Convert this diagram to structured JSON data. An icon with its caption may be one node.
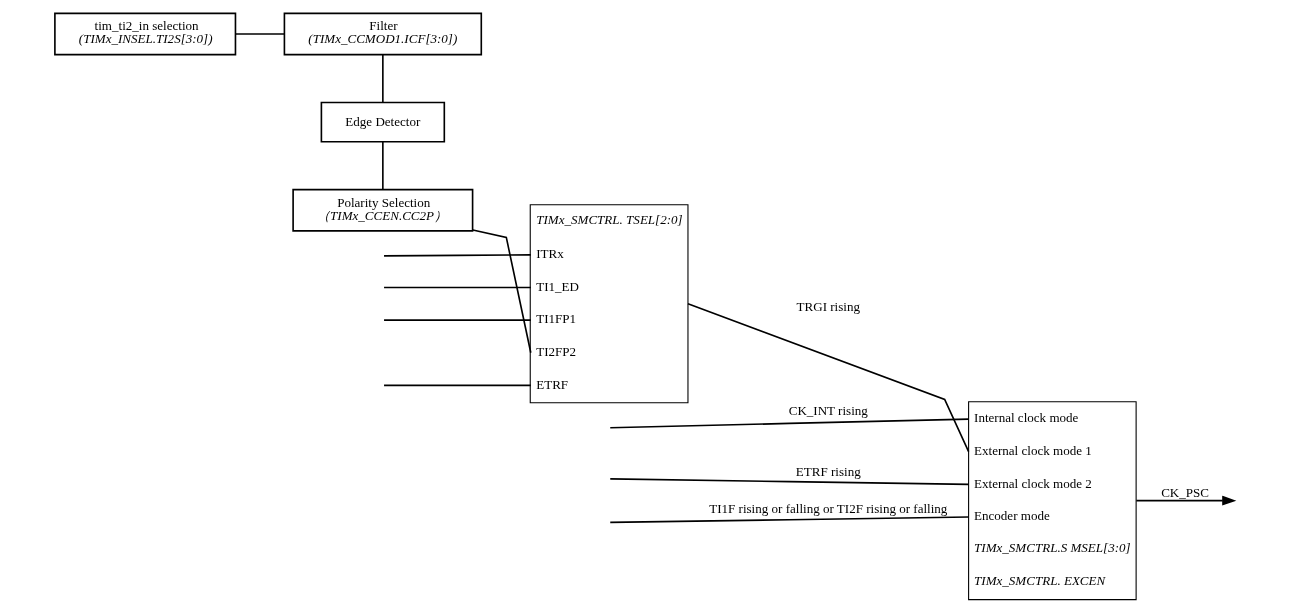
{
  "diagram": {
    "nodes": [
      {
        "text": [
          "tim_ti2_in selection",
          "(TIMx_INSEL.TI2S[3:0])"
        ]
      },
      {
        "text": [
          "Filter",
          "(TIMx_CCMOD1.ICF[3:0])"
        ]
      },
      {
        "text": [
          "Edge Detector"
        ]
      },
      {
        "text": [
          "Polarity Selection",
          "（TIMx_CCEN.CC2P）"
        ]
      },
      {
        "text": [
          "TIMx_SMCTRL. TSEL[2:0]",
          "ITRx",
          "TI1_ED",
          "TI1FP1",
          "TI2FP2",
          "ETRF"
        ]
      },
      {
        "text": [
          "Internal clock mode",
          "External clock mode 1",
          "External clock mode 2",
          "Encoder mode",
          "TIMx_SMCTRL.S MSEL[3:0]",
          "TIMx_SMCTRL. EXCEN"
        ]
      }
    ],
    "edges": [
      {
        "from": 0,
        "to": 1,
        "arrow": "none"
      },
      {
        "from": 1,
        "to": 2,
        "arrow": "none"
      },
      {
        "from": 2,
        "to": 3,
        "arrow": "none"
      },
      {
        "from": null,
        "to": 4,
        "arrow": "none"
      },
      {
        "from": null,
        "to": 4,
        "arrow": "none"
      },
      {
        "from": null,
        "to": 4,
        "arrow": "none"
      },
      {
        "from": 3,
        "to": 4,
        "arrow": "none"
      },
      {
        "from": null,
        "to": 4,
        "arrow": "none"
      },
      {
        "from": null,
        "to": 5,
        "arrow": "none",
        "label": "CK_INT rising"
      },
      {
        "from": 4,
        "to": 5,
        "arrow": "none",
        "label": "TRGI rising"
      },
      {
        "from": null,
        "to": 5,
        "arrow": "none",
        "label": "ETRF rising"
      },
      {
        "from": null,
        "to": 5,
        "arrow": "none",
        "label": "TI1F rising or falling or TI2F rising or falling"
      },
      {
        "from": 5,
        "to": null,
        "arrow": "to",
        "label": "CK_PSC"
      }
    ]
  }
}
